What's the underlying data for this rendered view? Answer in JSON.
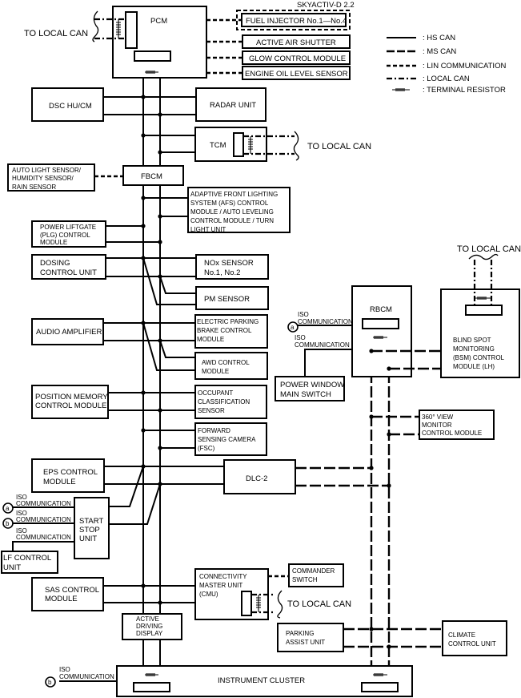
{
  "diagram": {
    "title": "SKYACTIV-D 2.2",
    "legend": [
      {
        "type": "hs",
        "label": ": HS CAN"
      },
      {
        "type": "ms",
        "label": ": MS CAN"
      },
      {
        "type": "lin",
        "label": ": LIN COMMUNICATION"
      },
      {
        "type": "local",
        "label": ": LOCAL CAN"
      },
      {
        "type": "resistor",
        "label": ": TERMINAL RESISTOR"
      }
    ],
    "to_local_can": "TO LOCAL CAN",
    "iso_communication": [
      "ISO",
      "COMMUNICATION"
    ],
    "connector_a": "a",
    "connector_b": "b",
    "modules": {
      "pcm": "PCM",
      "fuel_injector": "FUEL INJECTOR No.1—No.4",
      "active_air_shutter": "ACTIVE AIR SHUTTER",
      "glow_control": "GLOW CONTROL MODULE",
      "engine_oil_level": "ENGINE OIL LEVEL SENSOR",
      "dsc": "DSC HU/CM",
      "radar": "RADAR UNIT",
      "tcm": "TCM",
      "auto_light": [
        "AUTO LIGHT SENSOR/",
        "HUMIDITY SENSOR/",
        "RAIN SENSOR"
      ],
      "fbcm": "FBCM",
      "afs": [
        "ADAPTIVE FRONT LIGHTING",
        "SYSTEM (AFS) CONTROL",
        "MODULE / AUTO LEVELING",
        "CONTROL MODULE / TURN",
        "LIGHT UNIT"
      ],
      "plg": [
        "POWER LIFTGATE",
        "(PLG) CONTROL",
        "MODULE"
      ],
      "dosing": [
        "DOSING",
        "CONTROL UNIT"
      ],
      "nox": [
        "NOx SENSOR",
        "No.1, No.2"
      ],
      "pm": "PM SENSOR",
      "audio": "AUDIO AMPLIFIER",
      "epb": [
        "ELECTRIC PARKING",
        "BRAKE CONTROL",
        "MODULE"
      ],
      "awd": [
        "AWD CONTROL",
        "MODULE"
      ],
      "position_memory": [
        "POSITION MEMORY",
        "CONTROL MODULE"
      ],
      "occupant": [
        "OCCUPANT",
        "CLASSIFICATION",
        "SENSOR"
      ],
      "fsc": [
        "FORWARD",
        "SENSING CAMERA",
        "(FSC)"
      ],
      "eps": [
        "EPS CONTROL",
        "MODULE"
      ],
      "dlc2": "DLC-2",
      "start_stop": [
        "START",
        "STOP",
        "UNIT"
      ],
      "lf_control": [
        "LF CONTROL",
        "UNIT"
      ],
      "sas": [
        "SAS CONTROL",
        "MODULE"
      ],
      "cmu": [
        "CONNECTIVITY",
        "MASTER UNIT",
        "(CMU)"
      ],
      "commander": [
        "COMMANDER",
        "SWITCH"
      ],
      "active_driving": [
        "ACTIVE",
        "DRIVING",
        "DISPLAY"
      ],
      "instrument_cluster": "INSTRUMENT CLUSTER",
      "rbcm": "RBCM",
      "bsm": [
        "BLIND SPOT",
        "MONITORING",
        "(BSM) CONTROL",
        "MODULE (LH)"
      ],
      "power_window": [
        "POWER WINDOW",
        "MAIN SWITCH"
      ],
      "view360": [
        "360° VIEW",
        "MONITOR",
        "CONTROL MODULE"
      ],
      "parking_assist": [
        "PARKING",
        "ASSIST UNIT"
      ],
      "climate": [
        "CLIMATE",
        "CONTROL UNIT"
      ]
    }
  }
}
